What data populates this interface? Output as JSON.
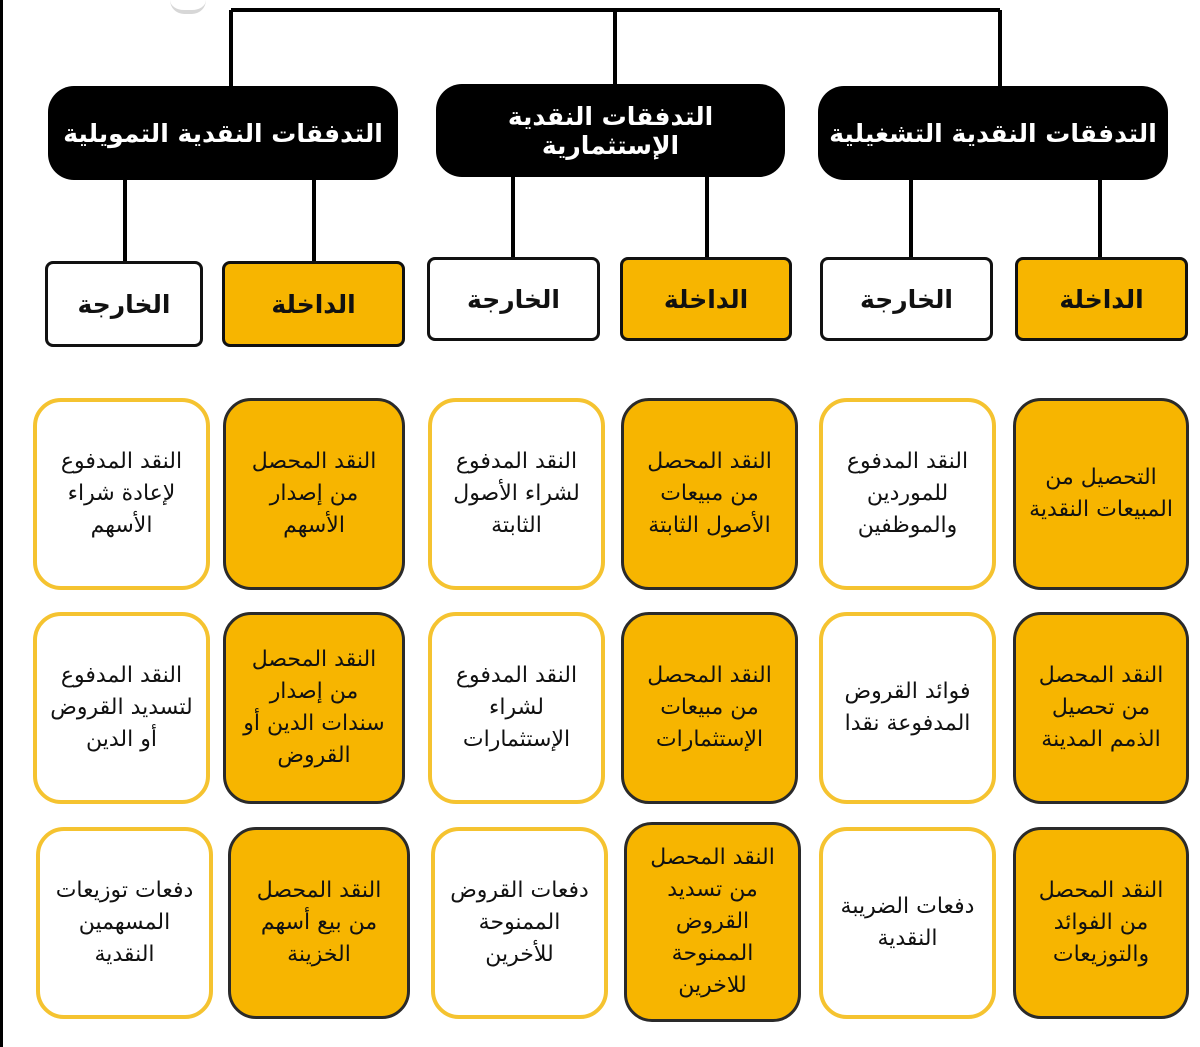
{
  "colors": {
    "category_bg": "#000000",
    "inflow": "#f7b500",
    "outflow_border": "#f5c330",
    "text": "#111111"
  },
  "categories": [
    {
      "key": "operating",
      "title": "التدفقات النقدية التشغيلية",
      "inflow_label": "الداخلة",
      "outflow_label": "الخارجة",
      "inflows": [
        "التحصيل من\nالمبيعات النقدية",
        "النقد المحصل\nمن تحصيل\nالذمم المدينة",
        "النقد المحصل\nمن الفوائد\nوالتوزيعات"
      ],
      "outflows": [
        "النقد المدفوع\nللموردين\nوالموظفين",
        "فوائد القروض\nالمدفوعة نقدا",
        "دفعات الضريبة\nالنقدية"
      ]
    },
    {
      "key": "investing",
      "title": "التدفقات النقدية الإستثمارية",
      "inflow_label": "الداخلة",
      "outflow_label": "الخارجة",
      "inflows": [
        "النقد المحصل\nمن مبيعات\nالأصول الثابتة",
        "النقد المحصل\nمن مبيعات\nالإستثمارات",
        "النقد المحصل\nمن تسديد\nالقروض\nالممنوحة\nللاخرين"
      ],
      "outflows": [
        "النقد المدفوع\nلشراء الأصول\nالثابتة",
        "النقد المدفوع\nلشراء\nالإستثمارات",
        "دفعات القروض\nالممنوحة\nللأخرين"
      ]
    },
    {
      "key": "financing",
      "title": "التدفقات النقدية التمويلية",
      "inflow_label": "الداخلة",
      "outflow_label": "الخارجة",
      "inflows": [
        "النقد المحصل\nمن إصدار\nالأسهم",
        "النقد المحصل\nمن إصدار\nسندات الدين أو\nالقروض",
        "النقد المحصل\nمن بيع أسهم\nالخزينة"
      ],
      "outflows": [
        "النقد المدفوع\nلإعادة شراء\nالأسهم",
        "النقد المدفوع\nلتسديد القروض\nأو الدين",
        "دفعات توزيعات\nالمسهمين النقدية"
      ]
    }
  ]
}
